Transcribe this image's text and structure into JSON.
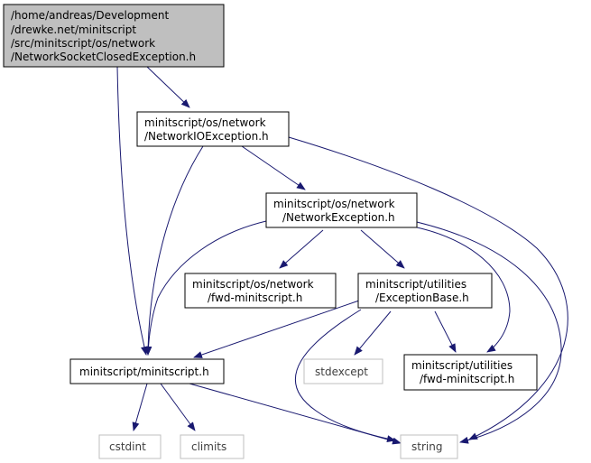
{
  "colors": {
    "edge": "#191970",
    "root_fill": "#bfbfbf",
    "node_border": "#000000",
    "external_border": "#bfbfbf",
    "external_text": "#404040"
  },
  "nodes": {
    "root": {
      "lines": [
        "/home/andreas/Development",
        "/drewke.net/minitscript",
        "/src/minitscript/os/network",
        "/NetworkSocketClosedException.h"
      ]
    },
    "networkio": {
      "lines": [
        "minitscript/os/network",
        "/NetworkIOException.h"
      ]
    },
    "networkexc": {
      "lines": [
        "minitscript/os/network",
        "/NetworkException.h"
      ]
    },
    "fwd_network": {
      "lines": [
        "minitscript/os/network",
        "/fwd-minitscript.h"
      ]
    },
    "exceptionbase": {
      "lines": [
        "minitscript/utilities",
        "/ExceptionBase.h"
      ]
    },
    "minitscript_h": {
      "lines": [
        "minitscript/minitscript.h"
      ]
    },
    "stdexcept": {
      "lines": [
        "stdexcept"
      ]
    },
    "fwd_utilities": {
      "lines": [
        "minitscript/utilities",
        "/fwd-minitscript.h"
      ]
    },
    "cstdint": {
      "lines": [
        "cstdint"
      ]
    },
    "climits": {
      "lines": [
        "climits"
      ]
    },
    "string": {
      "lines": [
        "string"
      ]
    }
  }
}
